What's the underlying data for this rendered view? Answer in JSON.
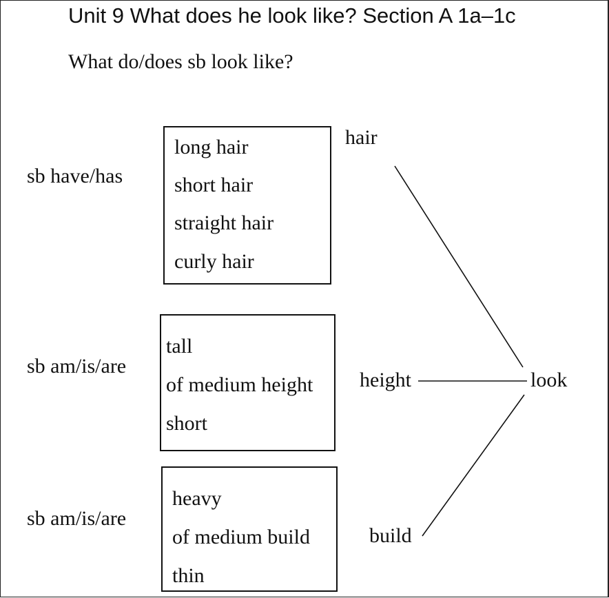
{
  "title": "Unit 9 What does he look like?  Section A 1a–1c",
  "question": "What do/does sb look like?",
  "groups": [
    {
      "label": "sb have/has",
      "items": [
        "long hair",
        "short hair",
        "straight hair",
        "curly hair"
      ],
      "category": "hair"
    },
    {
      "label": "sb am/is/are",
      "items": [
        "tall",
        "of medium height",
        "short"
      ],
      "category": "height"
    },
    {
      "label": "sb am/is/are",
      "items": [
        "heavy",
        "of medium build",
        "thin"
      ],
      "category": "build"
    }
  ],
  "center": "look"
}
